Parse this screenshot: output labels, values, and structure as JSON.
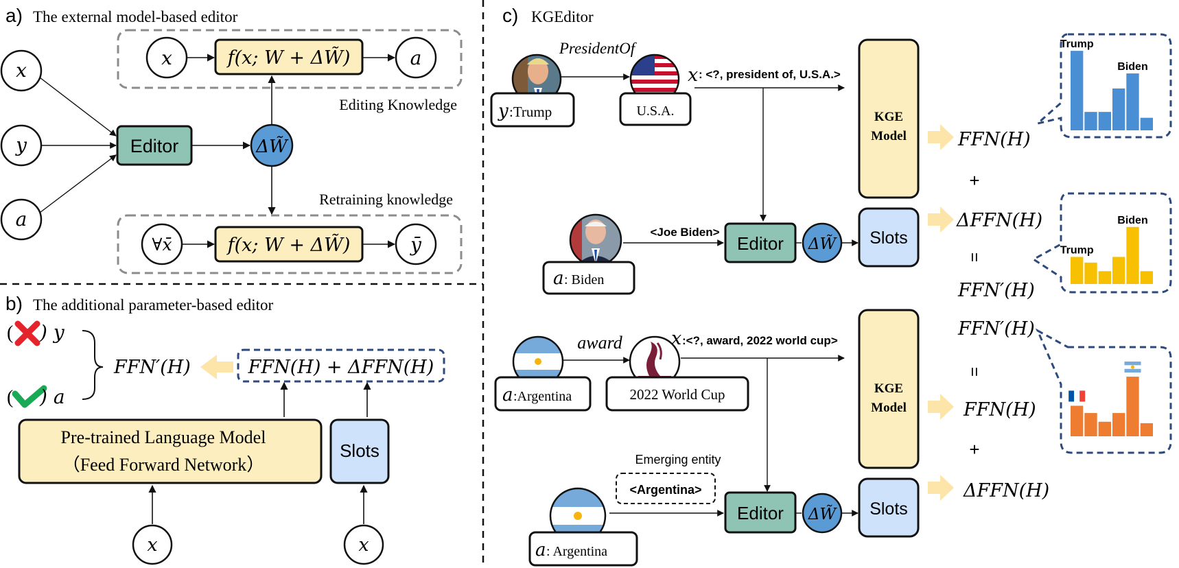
{
  "panel_a": {
    "tag": "a)",
    "title": "The external model-based editor",
    "inputs": {
      "x": "x",
      "y": "y",
      "a": "a"
    },
    "editor_label": "Editor",
    "delta_w": "ΔW̃",
    "top_row": {
      "input": "x",
      "function": "f(x; W + ΔW̃)",
      "output": "a"
    },
    "editing_knowledge": "Editing Knowledge",
    "retraining_knowledge": "Retraining knowledge",
    "bottom_row": {
      "input": "∀x̄",
      "function": "f(x; W + ΔW̃)",
      "output": "ȳ"
    }
  },
  "panel_b": {
    "tag": "b)",
    "title": "The additional parameter-based editor",
    "wrong": {
      "open": "(",
      "close": ") y"
    },
    "right": {
      "open": "(",
      "close": ") a"
    },
    "ffn_prime": "FFN′(H)",
    "sum": "FFN(H) + ΔFFN(H)",
    "plm_line1": "Pre-trained Language Model",
    "plm_line2": "（Feed Forward Network）",
    "slots": "Slots",
    "x_left": "x",
    "x_right": "x",
    "colors": {
      "wrong": "#e5232b",
      "right": "#1aaa55"
    }
  },
  "panel_c": {
    "tag": "c)",
    "title": "KGEditor",
    "upper": {
      "relation": "PresidentOf",
      "y_label_var": "y",
      "y_label_text": ":Trump",
      "usa_label": "U.S.A.",
      "x_var": "x",
      "x_triple": ": <?, president of, U.S.A.>",
      "kge_line1": "KGE",
      "kge_line2": "Model",
      "ffn": "FFN(H)",
      "plus": "+",
      "delta_ffn": "ΔFFN(H)",
      "equals": "=",
      "ffn_prime": "FFN′(H)",
      "joe": "<Joe Biden>",
      "editor": "Editor",
      "delta_w": "ΔW̃",
      "slots": "Slots",
      "a_var": "a",
      "a_text": ": Biden"
    },
    "lower": {
      "relation": "award",
      "a_var": "a",
      "a_text": ":Argentina",
      "cup_label": "2022 World Cup",
      "x_var": "x",
      "x_triple": ":<?, award, 2022 world cup>",
      "kge_line1": "KGE",
      "kge_line2": "Model",
      "ffn_prime": "FFN′(H)",
      "equals": "=",
      "ffn": "FFN(H)",
      "plus": "+",
      "delta_ffn": "ΔFFN(H)",
      "emerging": "Emerging entity",
      "argentina_tag": "<Argentina>",
      "editor": "Editor",
      "delta_w": "ΔW̃",
      "slots": "Slots",
      "a2_var": "a",
      "a2_text": ": Argentina"
    },
    "charts": [
      {
        "type": "bar",
        "color": "#4a8fd4",
        "values": [
          0.95,
          0.22,
          0.22,
          0.5,
          0.68,
          0.15
        ],
        "labels": {
          "0": "Trump",
          "4": "Biden"
        }
      },
      {
        "type": "bar",
        "color": "#f7c000",
        "values": [
          0.38,
          0.3,
          0.18,
          0.38,
          0.8,
          0.18
        ],
        "labels": {
          "0": "Trump",
          "4": "Biden"
        }
      },
      {
        "type": "bar",
        "color": "#ee7d31",
        "values": [
          0.42,
          0.32,
          0.2,
          0.32,
          0.82,
          0.18
        ],
        "flags": {
          "0": "france-flag-icon",
          "4": "argentina-flag-icon"
        }
      }
    ]
  },
  "colors": {
    "editor_fill": "#8fc3b4",
    "delta_fill": "#5b9bd5",
    "function_fill": "#fdeebf",
    "kge_fill": "#fdeebf",
    "slots_fill": "#cfe2fb",
    "plm_fill": "#fdeebf",
    "arrow_fill": "#fde4a8",
    "dashed_navy": "#2c4a7c"
  }
}
